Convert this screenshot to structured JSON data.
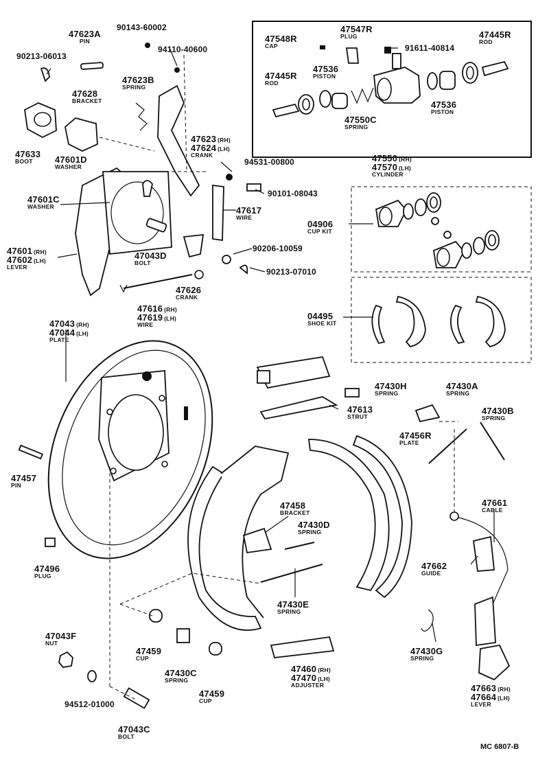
{
  "code": "MC 6807-B",
  "parts": {
    "p47623a": {
      "num": "47623A",
      "desc": "PIN"
    },
    "p90143": {
      "num": "90143-60002"
    },
    "p94110": {
      "num": "94110-40600"
    },
    "p90213a": {
      "num": "90213-06013"
    },
    "p47628": {
      "num": "47628",
      "desc": "BRACKET"
    },
    "p47623b": {
      "num": "47623B",
      "desc": "SPRING"
    },
    "p47633": {
      "num": "47633",
      "desc": "BOOT"
    },
    "p47623": {
      "num": "47623",
      "q1": "(RH)"
    },
    "p47624": {
      "num": "47624",
      "q1": "(LH)",
      "desc": "CRANK"
    },
    "p47601d": {
      "num": "47601D",
      "desc": "WASHER"
    },
    "p94531": {
      "num": "94531-00800"
    },
    "p47601c": {
      "num": "47601C",
      "desc": "WASHER"
    },
    "p90101": {
      "num": "90101-08043"
    },
    "p47617": {
      "num": "47617",
      "desc": "WIRE"
    },
    "p47601": {
      "num": "47601",
      "q1": "(RH)"
    },
    "p47602": {
      "num": "47602",
      "q1": "(LH)",
      "desc": "LEVER"
    },
    "p47043d": {
      "num": "47043D",
      "desc": "BOLT"
    },
    "p90206": {
      "num": "90206-10059"
    },
    "p90213b": {
      "num": "90213-07010"
    },
    "p47626": {
      "num": "47626",
      "desc": "CRANK"
    },
    "p47616": {
      "num": "47616",
      "q1": "(RH)"
    },
    "p47619": {
      "num": "47619",
      "q1": "(LH)",
      "desc": "WIRE"
    },
    "p47548r": {
      "num": "47548R",
      "desc": "CAP"
    },
    "p47547r": {
      "num": "47547R",
      "desc": "PLUG"
    },
    "p47445r_a": {
      "num": "47445R",
      "desc": "ROD"
    },
    "p91611": {
      "num": "91611-40814"
    },
    "p47445r_b": {
      "num": "47445R",
      "desc": "ROD"
    },
    "p47536a": {
      "num": "47536",
      "desc": "PISTON"
    },
    "p47536b": {
      "num": "47536",
      "desc": "PISTON"
    },
    "p47550c": {
      "num": "47550C",
      "desc": "SPRING"
    },
    "p47550": {
      "num": "47550",
      "q1": "(RH)"
    },
    "p47570": {
      "num": "47570",
      "q1": "(LH)",
      "desc": "CYLINDER"
    },
    "p04906": {
      "num": "04906",
      "desc": "CUP KIT"
    },
    "p04495": {
      "num": "04495",
      "desc": "SHOE KIT"
    },
    "p47043": {
      "num": "47043",
      "q1": "(RH)"
    },
    "p47044": {
      "num": "47044",
      "q1": "(LH)",
      "desc": "PLATE"
    },
    "p47430h": {
      "num": "47430H",
      "desc": "SPRING"
    },
    "p47430a": {
      "num": "47430A",
      "desc": "SPRING"
    },
    "p47613": {
      "num": "47613",
      "desc": "STRUT"
    },
    "p47430b": {
      "num": "47430B",
      "desc": "SPRING"
    },
    "p47456r": {
      "num": "47456R",
      "desc": "PLATE"
    },
    "p47457": {
      "num": "47457",
      "desc": "PIN"
    },
    "p47661": {
      "num": "47661",
      "desc": "CABLE"
    },
    "p47458": {
      "num": "47458",
      "desc": "BRACKET"
    },
    "p47430d": {
      "num": "47430D",
      "desc": "SPRING"
    },
    "p47496": {
      "num": "47496",
      "desc": "PLUG"
    },
    "p47662": {
      "num": "47662",
      "desc": "GUIDE"
    },
    "p47430e": {
      "num": "47430E",
      "desc": "SPRING"
    },
    "p47043f": {
      "num": "47043F",
      "desc": "NUT"
    },
    "p47459a": {
      "num": "47459",
      "desc": "CUP"
    },
    "p47430c": {
      "num": "47430C",
      "desc": "SPRING"
    },
    "p47459b": {
      "num": "47459",
      "desc": "CUP"
    },
    "p47460": {
      "num": "47460",
      "q1": "(RH)"
    },
    "p47470": {
      "num": "47470",
      "q1": "(LH)",
      "desc": "ADJUSTER"
    },
    "p47430g": {
      "num": "47430G",
      "desc": "SPRING"
    },
    "p94512": {
      "num": "94512-01000"
    },
    "p47663": {
      "num": "47663",
      "q1": "(RH)"
    },
    "p47664": {
      "num": "47664",
      "q1": "(LH)",
      "desc": "LEVER"
    },
    "p47043c": {
      "num": "47043C",
      "desc": "BOLT"
    }
  }
}
